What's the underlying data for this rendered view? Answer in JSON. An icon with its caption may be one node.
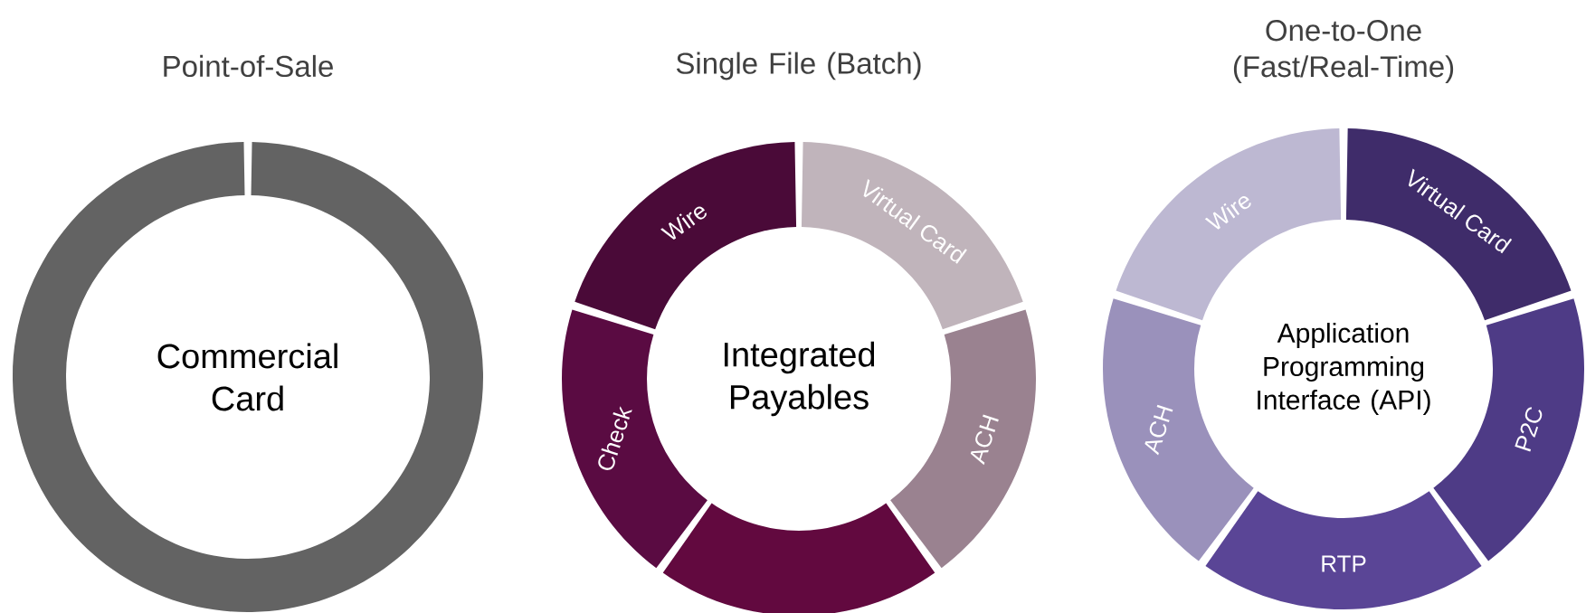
{
  "diagram": {
    "nodes": [
      {
        "text": [
          "Point-of-Sale",
          "Commercial Card"
        ]
      },
      {
        "text": [
          "Single File (Batch)",
          "Integrated Payables"
        ]
      },
      {
        "text": [
          "Virtual Card"
        ]
      },
      {
        "text": [
          "ACH"
        ]
      },
      {
        "text": [],
        "shape": "arc"
      },
      {
        "text": [
          "Check"
        ]
      },
      {
        "text": [
          "Wire"
        ]
      },
      {
        "text": [
          "One-to-One (Fast/Real-Time)",
          "Application Programming Interface (API)"
        ]
      },
      {
        "text": [
          "Virtual Card"
        ]
      },
      {
        "text": [
          "P2C"
        ]
      },
      {
        "text": [
          "RTP"
        ]
      },
      {
        "text": [
          "ACH"
        ]
      },
      {
        "text": [
          "Wire"
        ]
      }
    ]
  }
}
